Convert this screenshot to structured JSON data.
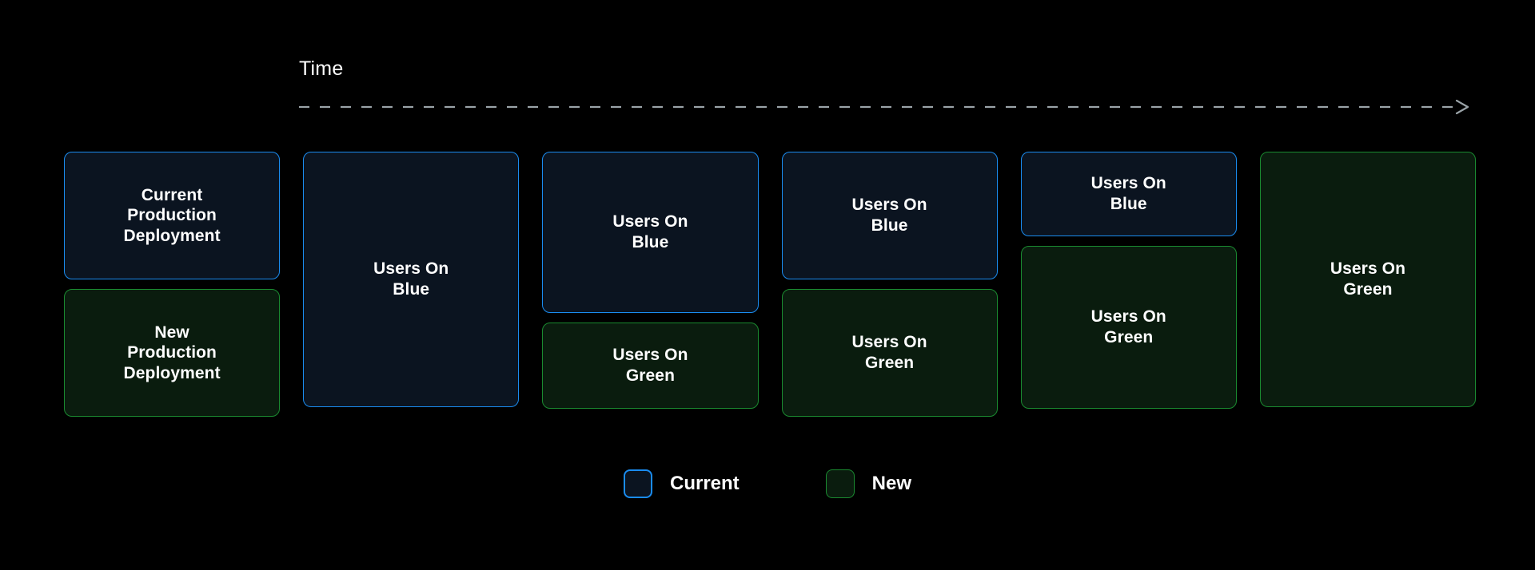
{
  "diagram": {
    "background_color": "#000000",
    "colors": {
      "blue_border": "#1a8cf0",
      "blue_fill": "#0b1420",
      "green_border": "#1a8a30",
      "green_fill": "#0a1c0e",
      "text": "#ffffff",
      "axis": "#9aa3a8"
    }
  },
  "time_axis": {
    "label": "Time",
    "arrow_direction": "right",
    "line_style": "dashed"
  },
  "columns": [
    {
      "index": 1,
      "boxes": [
        {
          "variant": "blue",
          "label": "Current\nProduction\nDeployment",
          "height_pct": 50
        },
        {
          "variant": "green",
          "label": "New\nProduction\nDeployment",
          "height_pct": 50
        }
      ]
    },
    {
      "index": 2,
      "boxes": [
        {
          "variant": "blue",
          "label": "Users On\nBlue",
          "height_pct": 100
        }
      ]
    },
    {
      "index": 3,
      "boxes": [
        {
          "variant": "blue",
          "label": "Users On\nBlue",
          "height_pct": 63
        },
        {
          "variant": "green",
          "label": "Users On\nGreen",
          "height_pct": 34
        }
      ]
    },
    {
      "index": 4,
      "boxes": [
        {
          "variant": "blue",
          "label": "Users On\nBlue",
          "height_pct": 50
        },
        {
          "variant": "green",
          "label": "Users On\nGreen",
          "height_pct": 50
        }
      ]
    },
    {
      "index": 5,
      "boxes": [
        {
          "variant": "blue",
          "label": "Users On\nBlue",
          "height_pct": 33
        },
        {
          "variant": "green",
          "label": "Users On\nGreen",
          "height_pct": 64
        }
      ]
    },
    {
      "index": 6,
      "boxes": [
        {
          "variant": "green",
          "label": "Users On\nGreen",
          "height_pct": 100
        }
      ]
    }
  ],
  "legend": {
    "items": [
      {
        "variant": "blue",
        "label": "Current"
      },
      {
        "variant": "green",
        "label": "New"
      }
    ]
  }
}
